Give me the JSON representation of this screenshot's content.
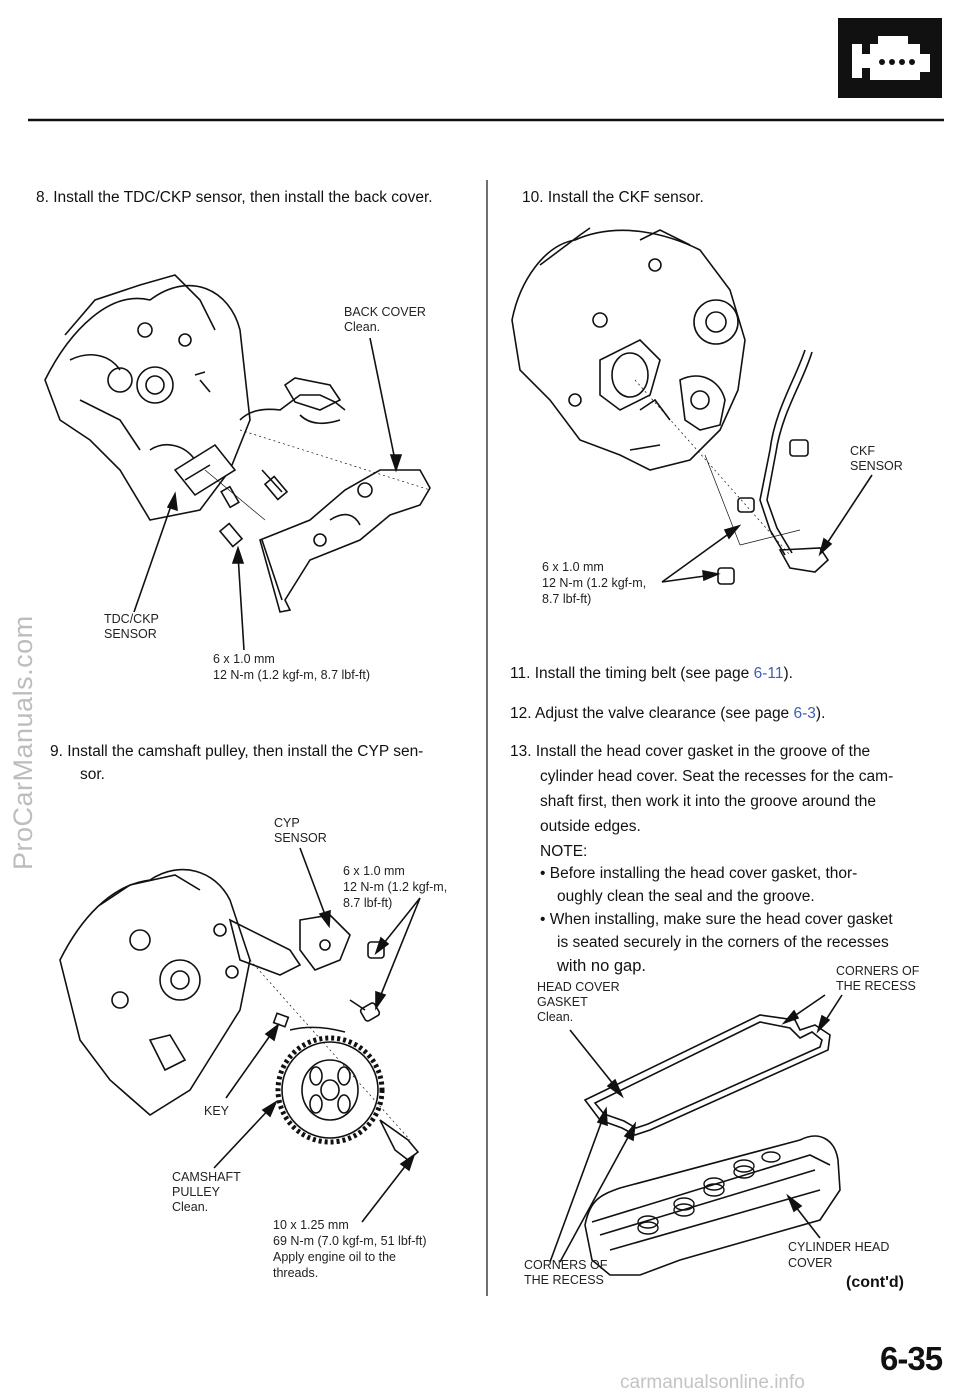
{
  "header": {
    "icon": "engine-icon",
    "rule_color": "#111111"
  },
  "left": {
    "step8": "8.   Install the TDC/CKP sensor, then install the back cover.",
    "back_cover_label": "BACK COVER",
    "back_cover_note": "Clean.",
    "tdc_label_1": "TDC/CKP",
    "tdc_label_2": "SENSOR",
    "bolt1_size": "6 x 1.0 mm",
    "bolt1_torque": "12 N-m (1.2 kgf-m, 8.7 lbf-ft)",
    "step9_line1": "9.     Install the camshaft pulley, then install the CYP sen-",
    "step9_line2": "sor.",
    "cyp_label_1": "CYP",
    "cyp_label_2": "SENSOR",
    "bolt2_size": "6 x 1.0 mm",
    "bolt2_torque_1": "12 N-m (1.2 kgf-m,",
    "bolt2_torque_2": "8.7 lbf-ft)",
    "key_label": "KEY",
    "pulley_label_1": "CAMSHAFT",
    "pulley_label_2": "PULLEY",
    "pulley_note": "Clean.",
    "bolt3_size": "10 x 1.25 mm",
    "bolt3_torque": "69 N-m (7.0 kgf-m, 51 lbf-ft)",
    "bolt3_note_1": "Apply engine oil to the",
    "bolt3_note_2": "threads."
  },
  "right": {
    "step10": "10.  Install the CKF sensor.",
    "ckf_label_1": "CKF",
    "ckf_label_2": "SENSOR",
    "bolt4_size": "6 x 1.0 mm",
    "bolt4_torque_1": "12 N-m (1.2 kgf-m,",
    "bolt4_torque_2": "8.7 lbf-ft)",
    "step11_pre": "11.   Install the timing  belt (see page ",
    "step11_link": "6-11",
    "step11_post": ").",
    "step12_pre": "12.  Adjust the valve clearance (see page ",
    "step12_link": "6-3",
    "step12_post": ").",
    "step13_l1": "13.   Install  the  head  cover  gasket  in  the  groove  of  the",
    "step13_l2": "cylinder  head  cover.  Seat  the  recesses  for  the  cam-",
    "step13_l3": "shaft  first,  then  work  it  into  the  groove  around  the",
    "step13_l4": "outside  edges.",
    "note_title": "NOTE:",
    "note1_l1": "•   Before   installing  the  head  cover  gasket,  thor-",
    "note1_l2": "oughly clean the seal and the groove.",
    "note2_l1": "•   When  installing,  make  sure  the  head  cover  gasket",
    "note2_l2": "is  seated  securely  in  the  corners  of  the  recesses",
    "note2_l3": "with no gap.",
    "gasket_label_1": "HEAD COVER",
    "gasket_label_2": "GASKET",
    "gasket_note": "Clean.",
    "corners_top_1": "CORNERS OF",
    "corners_top_2": "THE RECESS",
    "corners_bot_1": "CORNERS OF",
    "corners_bot_2": "THE RECESS",
    "head_label_1": "CYLINDER  HEAD",
    "head_label_2": "COVER",
    "contd": "(cont'd)"
  },
  "footer": {
    "page_number": "6-35",
    "watermark_left": "ProCarManuals.com",
    "watermark_bottom": "carmanualsonline.info"
  }
}
